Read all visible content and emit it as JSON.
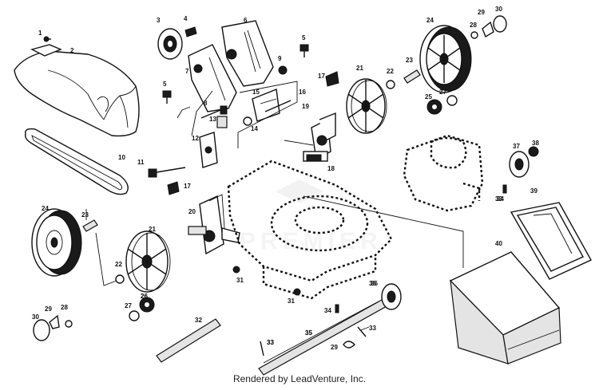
{
  "caption": "Rendered by LeadVenture, Inc.",
  "callouts": [
    "1",
    "2",
    "3",
    "4",
    "5",
    "6",
    "7",
    "8",
    "9",
    "10",
    "11",
    "12",
    "13",
    "14",
    "15",
    "16",
    "17",
    "18",
    "19",
    "20",
    "21",
    "22",
    "23",
    "24",
    "25",
    "26",
    "27",
    "28",
    "29",
    "30",
    "31",
    "32",
    "33",
    "34",
    "35",
    "36",
    "37",
    "38",
    "39",
    "40"
  ],
  "extra_callouts": [
    "24",
    "23",
    "22",
    "21",
    "5",
    "17",
    "29",
    "30",
    "31",
    "29",
    "33",
    "33",
    "33",
    "34",
    "35",
    "36",
    "26",
    "27",
    "28"
  ]
}
